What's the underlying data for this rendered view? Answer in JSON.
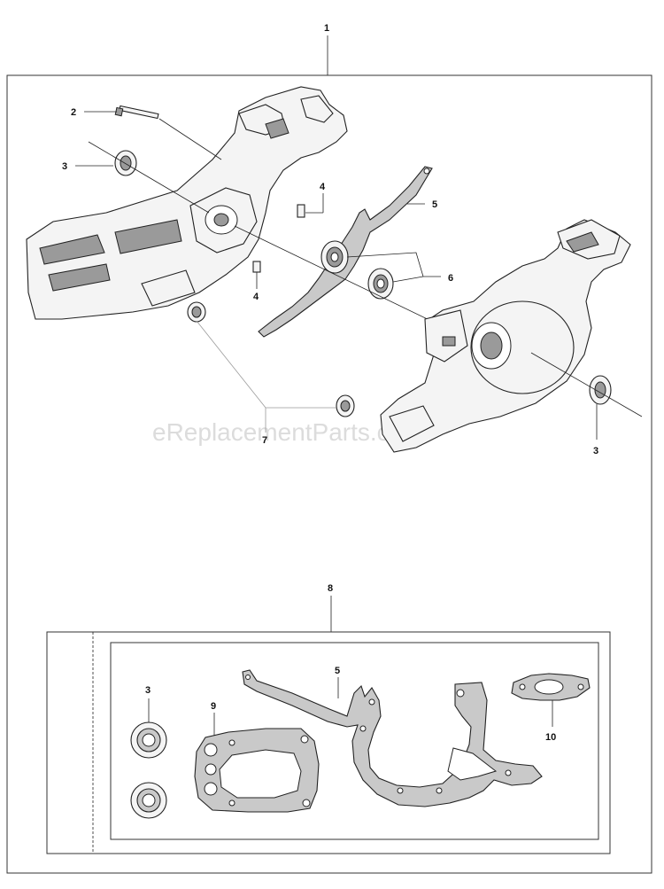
{
  "watermark": "eReplacementParts.com",
  "callouts": {
    "top_assembly": "1",
    "screw": "2",
    "seal_left": "3",
    "seal_right": "3",
    "pin_upper": "4",
    "pin_lower": "4",
    "gasket_crankcase_top": "5",
    "bearings": "6",
    "sleeves": "7",
    "gasket_kit": "8",
    "kit_seals": "3",
    "kit_gasket_crankcase": "5",
    "kit_gasket_cylinder": "9",
    "kit_gasket_muffler": "10"
  }
}
